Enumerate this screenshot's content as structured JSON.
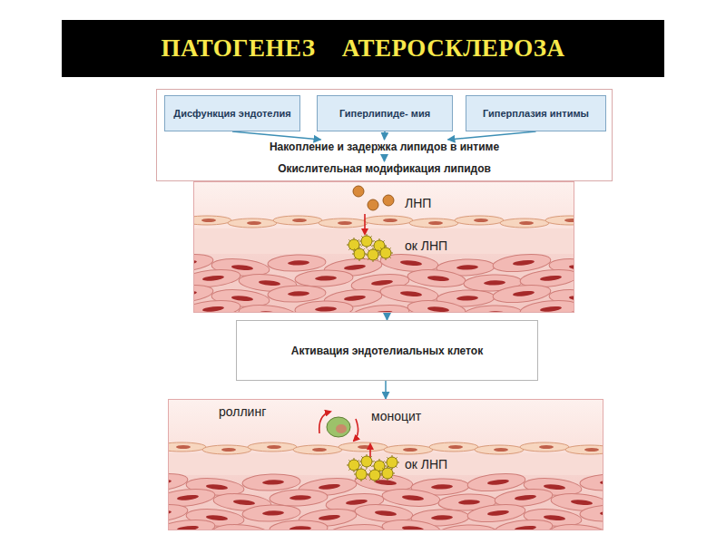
{
  "diagram": {
    "title": "ПАТОГЕНЕЗ АТЕРОСКЛЕРОЗА",
    "nodes": [
      {
        "text": [
          "Накопление и задержка липидов в интиме",
          "Окислительная модификация липидов"
        ]
      },
      {
        "text": [
          "Дисфункция эндотелия"
        ],
        "in": 0
      },
      {
        "text": [
          "Гиперлипиде- мия"
        ],
        "in": 0
      },
      {
        "text": [
          "Гиперплазия интимы"
        ],
        "in": 0
      },
      {
        "text": [
          "ЛНП",
          "ок ЛНП"
        ]
      },
      {
        "text": [
          "Активация эндотелиальных клеток"
        ]
      },
      {
        "text": [
          "роллинг",
          "моноцит",
          "ок ЛНП"
        ]
      }
    ],
    "edges": [
      {
        "from": 1,
        "to": 0,
        "arrow": "to"
      },
      {
        "from": 2,
        "to": 0,
        "arrow": "to"
      },
      {
        "from": 3,
        "to": 0,
        "arrow": "to"
      },
      {
        "from": 4,
        "to": 5,
        "arrow": "to"
      },
      {
        "from": 5,
        "to": 6,
        "arrow": "to"
      }
    ]
  }
}
